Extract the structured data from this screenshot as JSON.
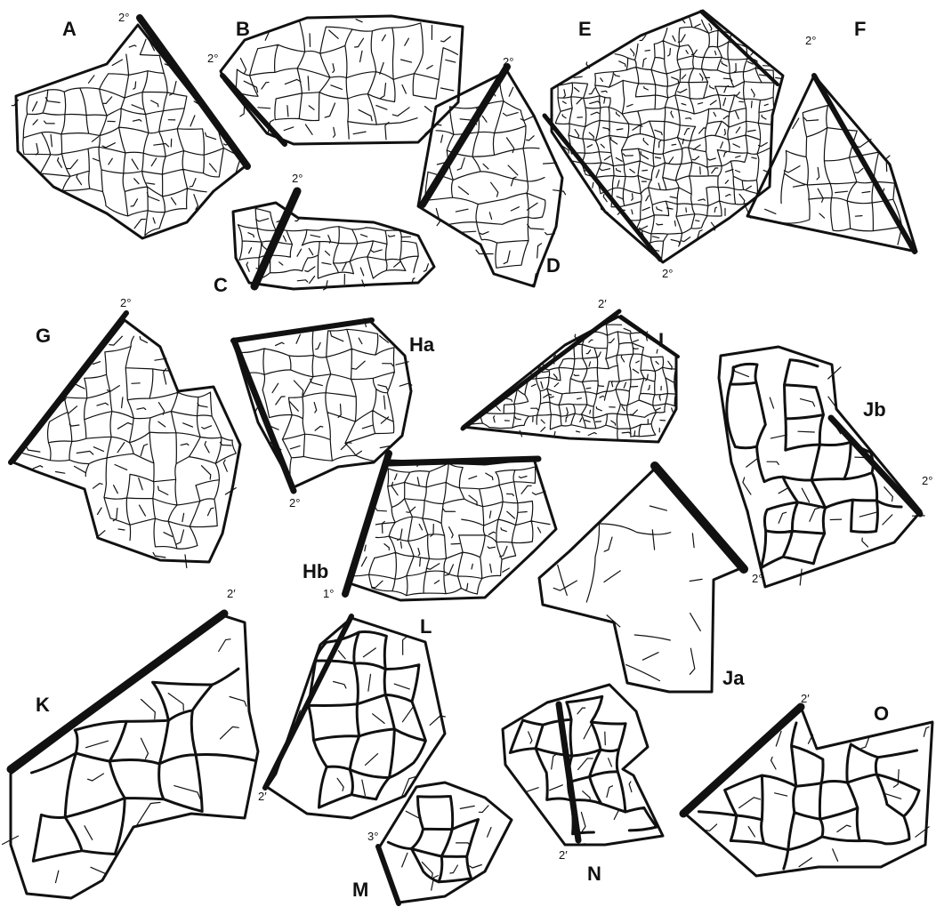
{
  "panels": [
    {
      "id": "A",
      "label": "A",
      "order": "2°"
    },
    {
      "id": "B",
      "label": "B",
      "order": "2°"
    },
    {
      "id": "C",
      "label": "C",
      "order": "2°"
    },
    {
      "id": "D",
      "label": "D",
      "order": "2°"
    },
    {
      "id": "E",
      "label": "E",
      "order": "2°"
    },
    {
      "id": "F",
      "label": "F",
      "order": "2°"
    },
    {
      "id": "G",
      "label": "G",
      "order": "2°"
    },
    {
      "id": "Ha",
      "label": "Ha",
      "order": "2°"
    },
    {
      "id": "Hb",
      "label": "Hb",
      "order": "1°"
    },
    {
      "id": "I",
      "label": "I",
      "order": "2′"
    },
    {
      "id": "Ja",
      "label": "Ja",
      "order": "2°"
    },
    {
      "id": "Jb",
      "label": "Jb",
      "order": "2°"
    },
    {
      "id": "K",
      "label": "K",
      "order": "2′"
    },
    {
      "id": "L",
      "label": "L",
      "order": "2′"
    },
    {
      "id": "M",
      "label": "M",
      "order": "3°"
    },
    {
      "id": "N",
      "label": "N",
      "order": "2′"
    },
    {
      "id": "O",
      "label": "O",
      "order": "2′"
    }
  ]
}
